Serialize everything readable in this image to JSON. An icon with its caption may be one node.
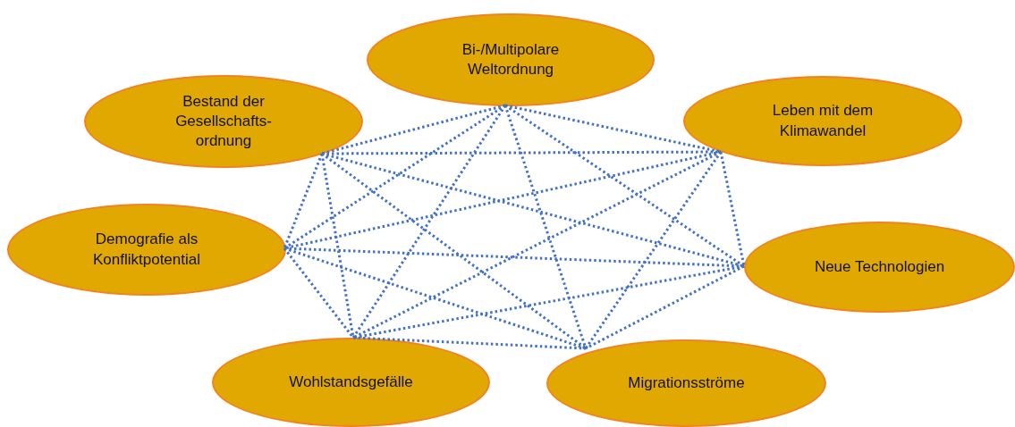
{
  "diagram": {
    "nodes": [
      {
        "text": [
          "Bi-/Multipolare Weltordnung"
        ]
      },
      {
        "text": [
          "Bestand der Gesellschafts- ordnung"
        ]
      },
      {
        "text": [
          "Leben mit dem Klimawandel"
        ]
      },
      {
        "text": [
          "Demografie als Konfliktpotential"
        ]
      },
      {
        "text": [
          "Neue Technologien"
        ]
      },
      {
        "text": [
          "Wohlstandsgefälle"
        ]
      },
      {
        "text": [
          "Migrationsströme"
        ]
      }
    ],
    "edges": [
      {
        "from": 0,
        "to": 1,
        "arrow": "none"
      },
      {
        "from": 0,
        "to": 2,
        "arrow": "none"
      },
      {
        "from": 0,
        "to": 3,
        "arrow": "none"
      },
      {
        "from": 0,
        "to": 4,
        "arrow": "none"
      },
      {
        "from": 0,
        "to": 5,
        "arrow": "none"
      },
      {
        "from": 0,
        "to": 6,
        "arrow": "none"
      },
      {
        "from": 1,
        "to": 2,
        "arrow": "none"
      },
      {
        "from": 1,
        "to": 3,
        "arrow": "none"
      },
      {
        "from": 1,
        "to": 4,
        "arrow": "none"
      },
      {
        "from": 1,
        "to": 5,
        "arrow": "none"
      },
      {
        "from": 1,
        "to": 6,
        "arrow": "none"
      },
      {
        "from": 2,
        "to": 3,
        "arrow": "none"
      },
      {
        "from": 2,
        "to": 4,
        "arrow": "none"
      },
      {
        "from": 2,
        "to": 5,
        "arrow": "none"
      },
      {
        "from": 2,
        "to": 6,
        "arrow": "none"
      },
      {
        "from": 3,
        "to": 4,
        "arrow": "none"
      },
      {
        "from": 3,
        "to": 5,
        "arrow": "none"
      },
      {
        "from": 3,
        "to": 6,
        "arrow": "none"
      },
      {
        "from": 4,
        "to": 5,
        "arrow": "none"
      },
      {
        "from": 4,
        "to": 6,
        "arrow": "none"
      },
      {
        "from": 5,
        "to": 6,
        "arrow": "none"
      }
    ]
  }
}
